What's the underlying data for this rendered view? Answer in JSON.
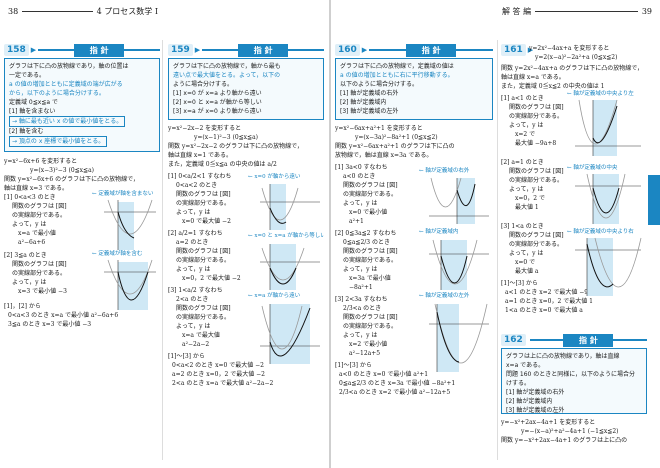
{
  "pages": {
    "left": {
      "page_number": "38",
      "chapter": "4 プロセス数学 I"
    },
    "right": {
      "page_number": "39",
      "section": "解 答 編"
    }
  },
  "shared": {
    "hint_label": "指 針"
  },
  "p158": {
    "number": "158",
    "hint": [
      "グラフは下に凸の放物線であり，軸の位置は",
      "一定である。",
      "a の値の増加とともに定義域の端が広がる",
      "から，以下のように場合分けする。",
      "定義域 0≦x≦a で",
      "[1] 軸を含まない",
      "→ 軸に最も近い x の値で最小値をとる。",
      "[2] 軸を含む",
      "→ 頂点の x 座標で最小値をとる。"
    ],
    "body": [
      "y=x²−6x+6 を変形すると",
      "y=(x−3)²−3  (0≦x≦a)",
      "関数 y=x²−6x+6 のグラフは下に凸の放物線で，",
      "軸は直線 x=3 である。",
      "[1] 0<a<3 のとき",
      "関数のグラフは [図]",
      "の実線部分である。",
      "よって，y は",
      "x=a で最小値",
      "a²−6a+6",
      "[2] 3≦a のとき",
      "関数のグラフは [図]",
      "の実線部分である。",
      "よって，y は",
      "x=3 で最小値 −3",
      "[1]，[2] から",
      "0<a<3 のとき  x=a で最小値 a²−6a+6",
      "3≦a のとき  x=3 で最小値 −3"
    ],
    "tags": [
      "← 定義域が軸を含まない",
      "← 定義域が軸を含む"
    ]
  },
  "p159": {
    "number": "159",
    "hint": [
      "グラフは下に凸の放物線で，軸から最も",
      "遠い点で最大値をとる。よって，以下の",
      "ように場合分けする。",
      "[1] x=0 が x=a より軸から遠い",
      "[2] x=0 と x=a が軸から等しい",
      "[3] x=a が x=0 より軸から遠い"
    ],
    "body": [
      "y=x²−2x−2 を変形すると",
      "y=(x−1)²−3  (0≦x≦a)",
      "関数 y=x²−2x−2 のグラフは下に凸の放物線で，",
      "軸は直線 x=1 である。",
      "また，定義域 0≦x≦a の中央の値は a/2",
      "[1] 0<a/2<1 すなわち",
      "0<a<2 のとき",
      "関数のグラフは [図]",
      "の実線部分である。",
      "よって，y は",
      "x=0 で最大値 −2",
      "[2] a/2=1 すなわち",
      "a=2 のとき",
      "関数のグラフは [図]",
      "の実線部分である。",
      "よって，y は",
      "x=0，2 で最大値 −2",
      "[3] 1<a/2 すなわち",
      "2<a のとき",
      "関数のグラフは [図]",
      "の実線部分である。",
      "よって，y は",
      "x=a で最大値",
      "a²−2a−2",
      "[1]〜[3] から",
      "0<a<2 のとき  x=0 で最大値 −2",
      "a=2 のとき  x=0，2 で最大値 −2",
      "2<a のとき  x=a で最大値 a²−2a−2"
    ],
    "tags": [
      "← x=0 が軸から遠い",
      "← x=0 と x=a が軸から等しい",
      "← x=a が軸から遠い"
    ]
  },
  "p160": {
    "number": "160",
    "hint": [
      "グラフは下に凸の放物線で，定義域の値は",
      "a の値の増加とともに右に平行移動する。",
      "以下のように場合分けする。",
      "[1] 軸が定義域の右外",
      "[2] 軸が定義域内",
      "[3] 軸が定義域の左外"
    ],
    "body": [
      "y=x²−6ax+a²+1 を変形すると",
      "y=(x−3a)²−8a²+1  (0≦x≦2)",
      "関数 y=x²−6ax+a²+1 のグラフは下に凸の",
      "放物線で，軸は直線 x=3a である。",
      "[1] 3a<0 すなわち",
      "a<0 のとき",
      "関数のグラフは [図]",
      "の実線部分である。",
      "よって，y は",
      "x=0 で最小値",
      "a²+1",
      "[2] 0≦3a≦2 すなわち",
      "0≦a≦2/3 のとき",
      "関数のグラフは [図]",
      "の実線部分である。",
      "よって，y は",
      "x=3a で最小値",
      "−8a²+1",
      "[3] 2<3a すなわち",
      "2/3<a のとき",
      "関数のグラフは [図]",
      "の実線部分である。",
      "よって，y は",
      "x=2 で最小値",
      "a²−12a+5",
      "[1]〜[3] から",
      "a<0 のとき  x=0 で最小値 a²+1",
      "0≦a≦2/3 のとき  x=3a で最小値 −8a²+1",
      "2/3<a のとき  x=2 で最小値 a²−12a+5"
    ],
    "tags": [
      "← 軸が定義域の右外",
      "← 軸が定義域内",
      "← 軸が定義域の左外"
    ]
  },
  "p161": {
    "number": "161",
    "body": [
      "y=2x²−4ax+a を変形すると",
      "y=2(x−a)²−2a²+a  (0≦x≦2)",
      "関数 y=2x²−4ax+a のグラフは下に凸の放物線で，",
      "軸は直線 x=a である。",
      "また，定義域 0≦x≦2 の中央の値は 1",
      "[1] a<1 のとき",
      "関数のグラフは [図]",
      "の実線部分である。",
      "よって，y は",
      "x=2 で",
      "最大値 −9a+8",
      "[2] a=1 のとき",
      "関数のグラフは [図]",
      "の実線部分である。",
      "よって，y は",
      "x=0，2 で",
      "最大値 1",
      "[3] 1<a のとき",
      "関数のグラフは [図]",
      "の実線部分である。",
      "よって，y は",
      "x=0 で",
      "最大値 a",
      "[1]〜[3] から",
      "a<1 のとき  x=2 で最大値 −9a+8",
      "a=1 のとき  x=0，2 で最大値 1",
      "1<a のとき  x=0 で最大値 a"
    ],
    "tags": [
      "← 軸が定義域の中央より左",
      "← 軸が定義域の中央",
      "← 軸が定義域の中央より右"
    ]
  },
  "p162": {
    "number": "162",
    "hint": [
      "グラフは上に凸の放物線であり，軸は直線",
      "x=a である。",
      "問題 160 のときと同様に，以下のように場合分",
      "けする。",
      "[1] 軸が定義域の右外",
      "[2] 軸が定義域内",
      "[3] 軸が定義域の左外"
    ],
    "body": [
      "y=−x²+2ax−4a+1 を変形すると",
      "y=−(x−a)²+a²−4a+1  (−1≦x≦2)",
      "関数 y=−x²+2ax−4a+1 のグラフは上に凸の"
    ]
  }
}
